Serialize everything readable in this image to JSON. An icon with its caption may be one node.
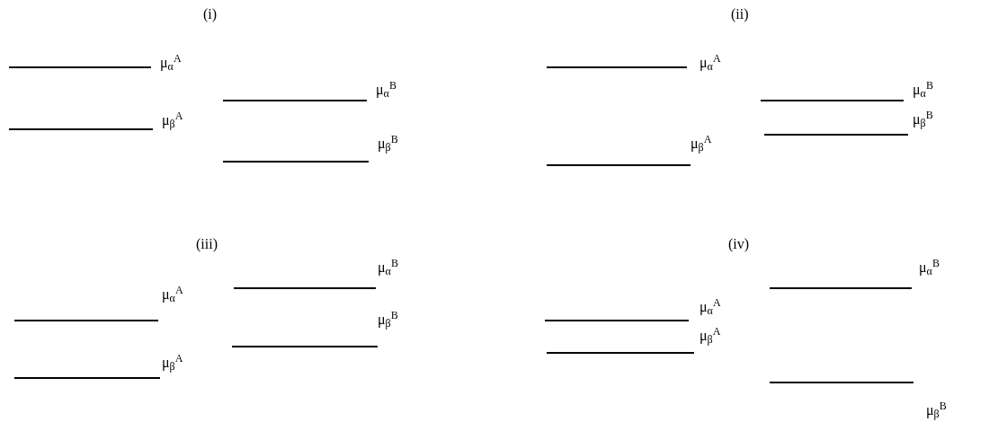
{
  "diagram": {
    "labels": [
      "(i)",
      "μ$_{α}$$^{A}$",
      "μ$_{α}$$^{B}$",
      "μ$_{β}$$^{A}$",
      "μ$_{β}$$^{B}$",
      "(ii)",
      "μ$_{α}$$^{A}$",
      "μ$_{α}$$^{B}$",
      "μ$_{β}$$^{B}$",
      "μ$_{β}$$^{A}$",
      "(iii)",
      "μ$_{α}$$^{B}$",
      "μ$_{α}$$^{A}$",
      "μ$_{β}$$^{B}$",
      "μ$_{β}$$^{A}$",
      "(iv)",
      "μ$_{α}$$^{B}$",
      "μ$_{α}$$^{A}$",
      "μ$_{β}$$^{A}$",
      "μ$_{β}$$^{B}$"
    ]
  }
}
